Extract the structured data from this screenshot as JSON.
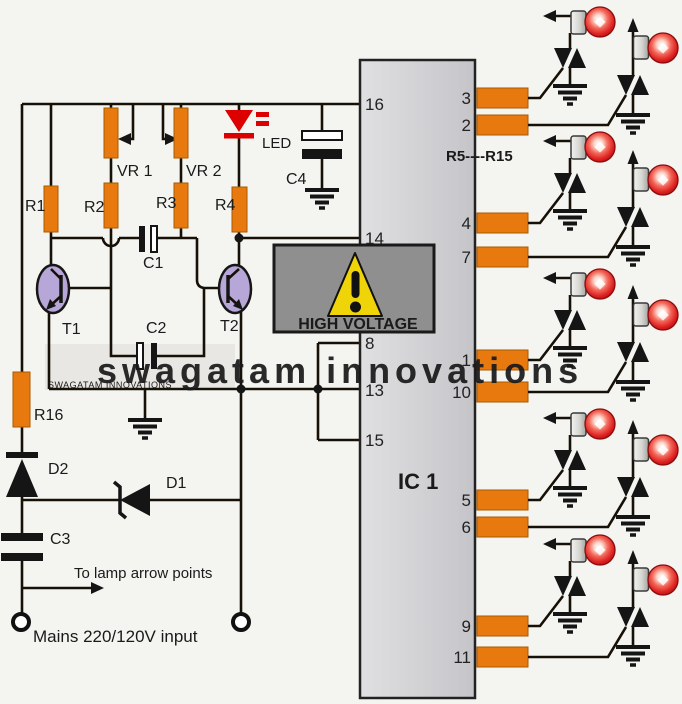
{
  "watermark": {
    "large": "swagatam innovations",
    "small": "SWAGATAM INNOVATIONS"
  },
  "warning": {
    "label": "HIGH VOLTAGE"
  },
  "ic": {
    "label": "IC 1",
    "resistor_range_label": "R5----R15",
    "left_pins": [
      "16",
      "14",
      "8",
      "13",
      "15"
    ],
    "right_pins": [
      "3",
      "2",
      "4",
      "7",
      "1",
      "10",
      "5",
      "6",
      "9",
      "11"
    ]
  },
  "components": {
    "r1": "R1",
    "r2": "R2",
    "r3": "R3",
    "r4": "R4",
    "r16": "R16",
    "vr1": "VR 1",
    "vr2": "VR 2",
    "c1": "C1",
    "c2": "C2",
    "c3": "C3",
    "c4": "C4",
    "d1": "D1",
    "d2": "D2",
    "led": "LED",
    "t1": "T1",
    "t2": "T2"
  },
  "notes": {
    "lamp_arrow": "To lamp arrow points",
    "mains": "Mains 220/120V input"
  },
  "colors": {
    "resistor": "#e8790f",
    "transistor": "#b7a7d8",
    "lamp_red": "#e02020",
    "wire": "#171007",
    "warning_triangle": "#f0d40a",
    "warning_text": "#dd1111",
    "watermark": "#d4491a",
    "ic_fill": "#d2d2d6"
  }
}
